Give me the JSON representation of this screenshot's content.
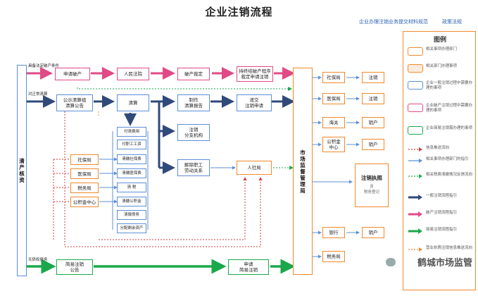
{
  "title": "企业注销流程",
  "top_links": {
    "left": "企业办理注销业务提交材料规范",
    "right": "政策法规"
  },
  "row_labels": {
    "bankrupt": "具备法定破产条件",
    "general": "对正常清算",
    "simple": "无债权债务"
  },
  "left_bar": "清\n产\n核\n资",
  "center_bar": "市\n场\n监\n督\n管\n理\n局",
  "boxes": {
    "apply_bankrupt": "申请破产",
    "court": "人民法院",
    "bankrupt_ruling": "破产裁定",
    "court_end": "持终结破产程序\n裁定申请注销",
    "liq_notice": "公示清算组\n清算公告",
    "liquidation": "清算",
    "report": "制作\n清算报告",
    "submit": "递交\n注销申请",
    "branch": "注销\n分支机构",
    "labor": "解除职工\n劳动关系",
    "hr": "人社局",
    "simple_notice": "简易注销\n公告",
    "simple_apply": "申请\n简易注销"
  },
  "tasks": [
    "付清费用",
    "付职工工资",
    "清缴社保费",
    "清缴医保费",
    "清  税",
    "清缴公积金",
    "清偿债务",
    "分配剩余资产"
  ],
  "left_agencies": [
    "社保局",
    "医保局",
    "税务局",
    "公积金中心"
  ],
  "right_agencies": [
    "社保局",
    "医保局",
    "海关",
    "公积金\n中心",
    "银行",
    "税务局"
  ],
  "right_results": [
    "注销",
    "注销",
    "销户",
    "销户",
    "销户"
  ],
  "license": {
    "title": "注销执照",
    "sub": "含\n税务登记"
  },
  "legend": {
    "title": "图例",
    "items": [
      "相关事项办理部门",
      "相关部门办理事项",
      "企业一般注销过程中需要办理的事项",
      "企业破产注销过程中需要办理的事项",
      "企业简易注销需办理的事项",
      "信息推送流向",
      "相关事项办理部门的指引",
      "相关税费清缴情况反馈流向",
      "一般注销流程指引",
      "破产注销流程指引",
      "简易注销流程指引",
      "营业执照注销信息推送流向"
    ]
  },
  "colors": {
    "blue": "#5b8fd6",
    "orange": "#f08a2c",
    "pink": "#e04a86",
    "green": "#1aa84b",
    "navy": "#2f4a7a",
    "red": "#d63b3b"
  },
  "watermark": "鹤城市场监管"
}
